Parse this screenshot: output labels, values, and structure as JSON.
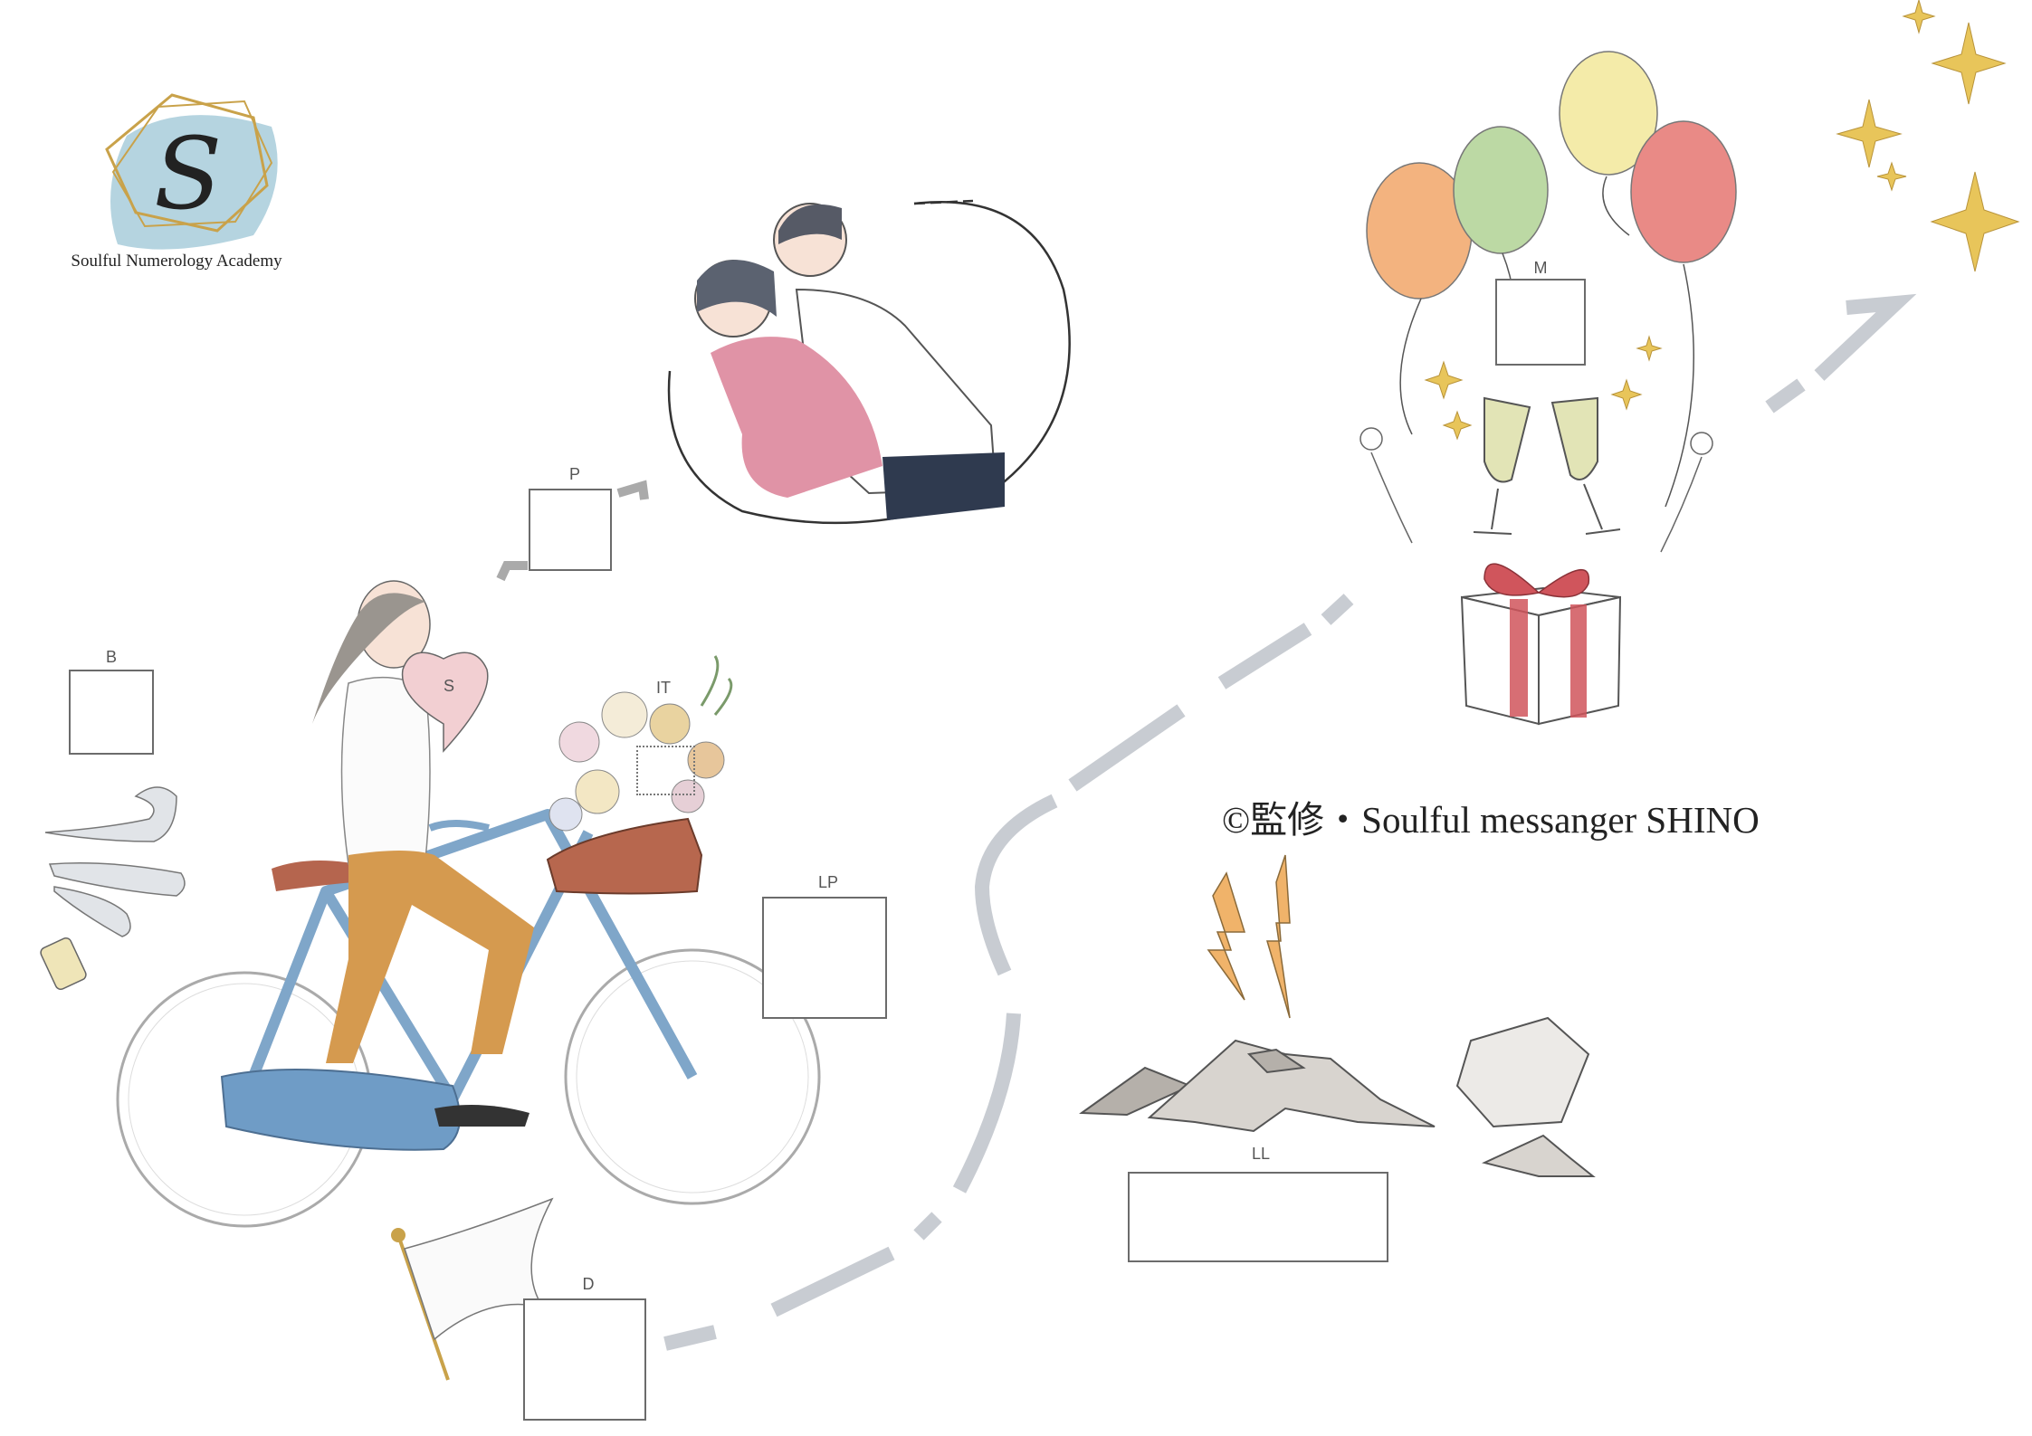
{
  "logo": {
    "monogram": "S",
    "name": "Soulful Numerology Academy",
    "accent_color": "#9cc6d6",
    "frame_color": "#c9a24a"
  },
  "credit": "©監修・Soulful messanger SHINO",
  "boxes": {
    "B": "B",
    "S": "S",
    "IT": "IT",
    "P": "P",
    "LP": "LP",
    "D": "D",
    "M": "M",
    "LL": "LL"
  },
  "colors": {
    "path": "#c8ccd2",
    "heart": "#f2cfd2",
    "bicycle": "#7fa6c9",
    "balloon_orange": "#f3b37f",
    "balloon_green": "#bcd9a4",
    "balloon_yellow": "#f4eba9",
    "balloon_red": "#e98a86",
    "ribbon": "#d0555c",
    "sparkle": "#e8c55a",
    "lightning": "#f0b36a",
    "rock": "#b5b0aa"
  },
  "icons": [
    "logo-monogram-icon",
    "heart-icon",
    "bicycle-icon",
    "flower-basket-icon",
    "couple-icon",
    "balloon-icon",
    "champagne-glass-icon",
    "gift-box-icon",
    "sparkle-icon",
    "lightning-icon",
    "rock-icon",
    "flag-icon",
    "wind-icon",
    "oil-bottle-icon"
  ]
}
